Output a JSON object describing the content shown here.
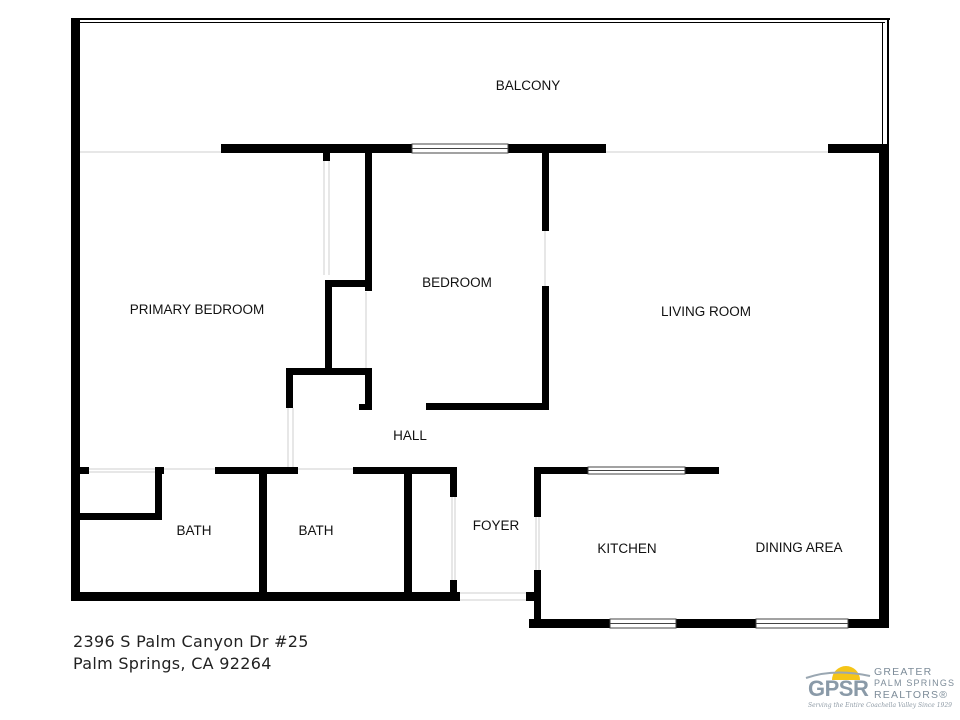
{
  "rooms": {
    "balcony": "BALCONY",
    "bedroom": "BEDROOM",
    "primary_bedroom": "PRIMARY BEDROOM",
    "living_room": "LIVING ROOM",
    "hall": "HALL",
    "bath_1": "BATH",
    "bath_2": "BATH",
    "foyer": "FOYER",
    "kitchen": "KITCHEN",
    "dining_area": "DINING AREA"
  },
  "address": {
    "line1": "2396 S Palm Canyon Dr #25",
    "line2": "Palm Springs, CA 92264"
  },
  "logo": {
    "mark": "GPSR",
    "line1": "GREATER",
    "line2": "PALM SPRINGS",
    "line3": "REALTORS®",
    "tagline": "Serving the Entire Coachella Valley Since 1929"
  },
  "colors": {
    "wall": "#000000",
    "background": "#ffffff",
    "logo_sun": "#f5c518",
    "logo_grey": "#8a9aa8"
  }
}
